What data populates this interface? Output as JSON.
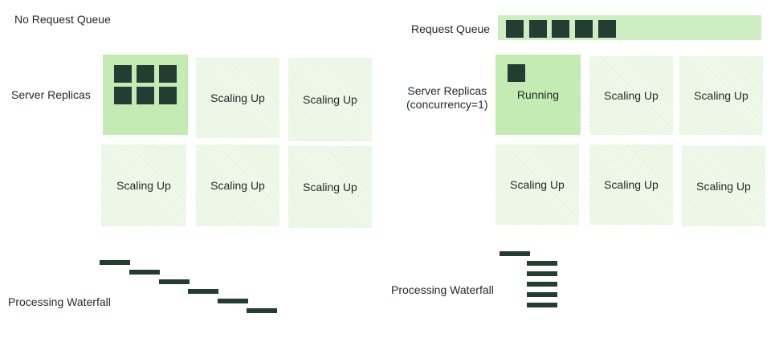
{
  "left": {
    "title": "No Request Queue",
    "server_label": "Server Replicas",
    "waterfall_label": "Processing Waterfall",
    "replicas": [
      "",
      "Scaling Up",
      "Scaling Up",
      "Scaling Up",
      "Scaling Up",
      "Scaling Up"
    ]
  },
  "right": {
    "queue_label": "Request Queue",
    "server_label": "Server Replicas\n(concurrency=1)",
    "waterfall_label": "Processing Waterfall",
    "replicas": [
      "Running",
      "Scaling Up",
      "Scaling Up",
      "Scaling Up",
      "Scaling Up",
      "Scaling Up"
    ]
  },
  "colors": {
    "request_block": "#233d33",
    "active_replica": "#c5ebb5",
    "pending_replica": "#f4fbf0",
    "queue_bg": "#cdeec0"
  }
}
